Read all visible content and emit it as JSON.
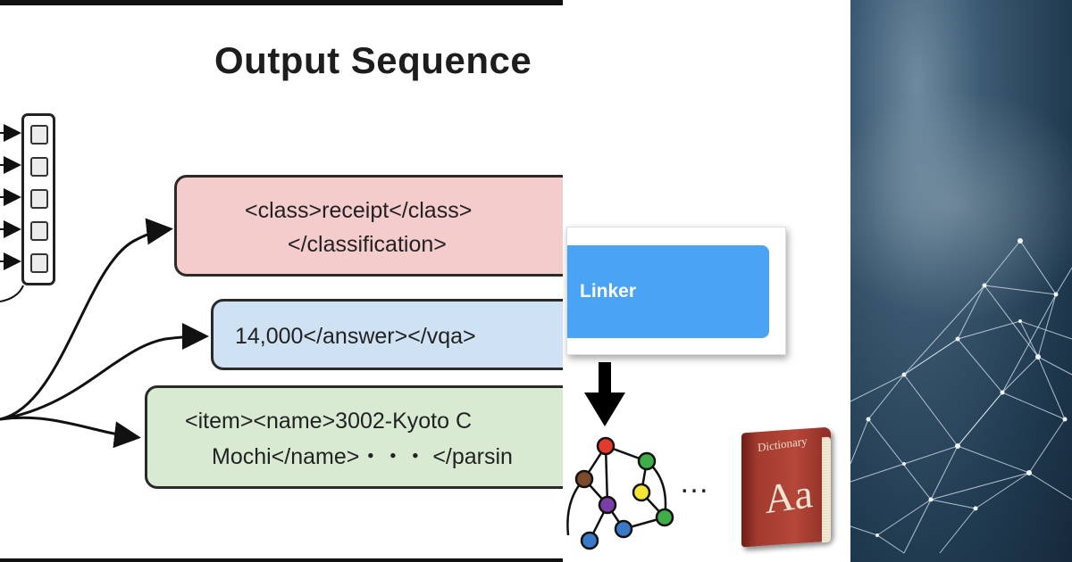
{
  "left_panel": {
    "heading": "Output Sequence",
    "classification_box": {
      "line1": "<class>receipt</class>",
      "line2": "</classification>"
    },
    "vqa_box": {
      "line1": "14,000</answer></vqa>"
    },
    "parsing_box": {
      "line1": "<item><name>3002-Kyoto C",
      "line2": "Mochi</name>・・・ </parsin"
    },
    "colors": {
      "classification": "#f4cccc",
      "vqa": "#cfe2f3",
      "parsing": "#d9ead3"
    }
  },
  "middle_panel": {
    "linker_label": "Linker",
    "linker_color": "#4aa3f5",
    "ellipsis": "…",
    "book": {
      "title": "Dictionary",
      "mark": "Aa"
    },
    "graph_node_colors": [
      "#e23b2e",
      "#3fae49",
      "#7b4a2a",
      "#f2e534",
      "#7a3ea8",
      "#3a78c8",
      "#3fae49",
      "#3a78c8",
      "#3fae49"
    ]
  },
  "right_panel": {
    "background": "network-mesh-on-dark-blue-sky",
    "accent": "#1e3a52"
  }
}
